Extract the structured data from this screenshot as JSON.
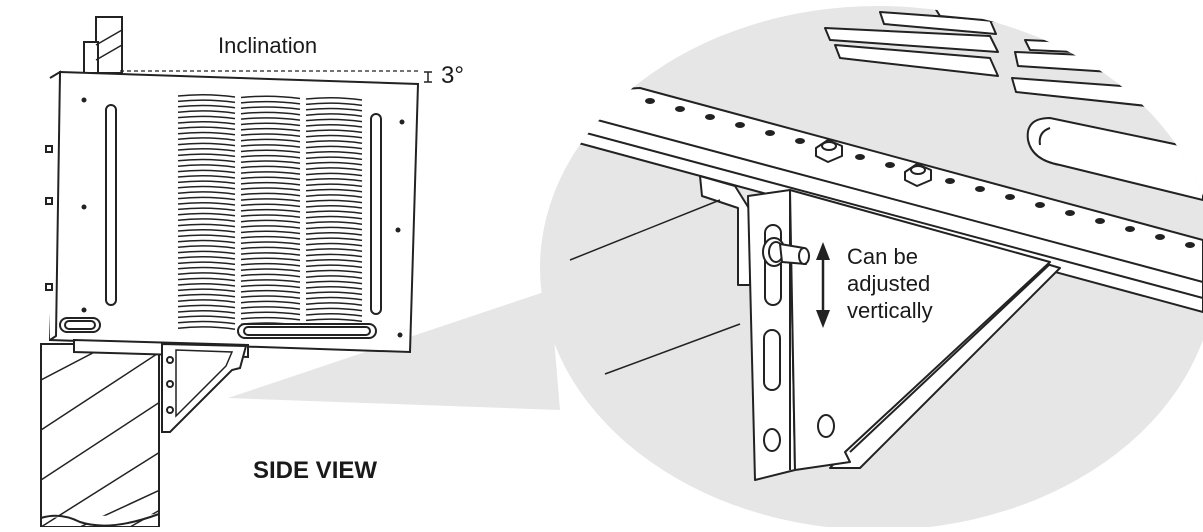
{
  "labels": {
    "inclination": "Inclination",
    "angle": "3°",
    "side_view": "SIDE VIEW",
    "adjust_line1": "Can be",
    "adjust_line2": "adjusted",
    "adjust_line3": "vertically"
  },
  "colors": {
    "line": "#222222",
    "callout": "#e6e6e6",
    "background": "#ffffff"
  }
}
